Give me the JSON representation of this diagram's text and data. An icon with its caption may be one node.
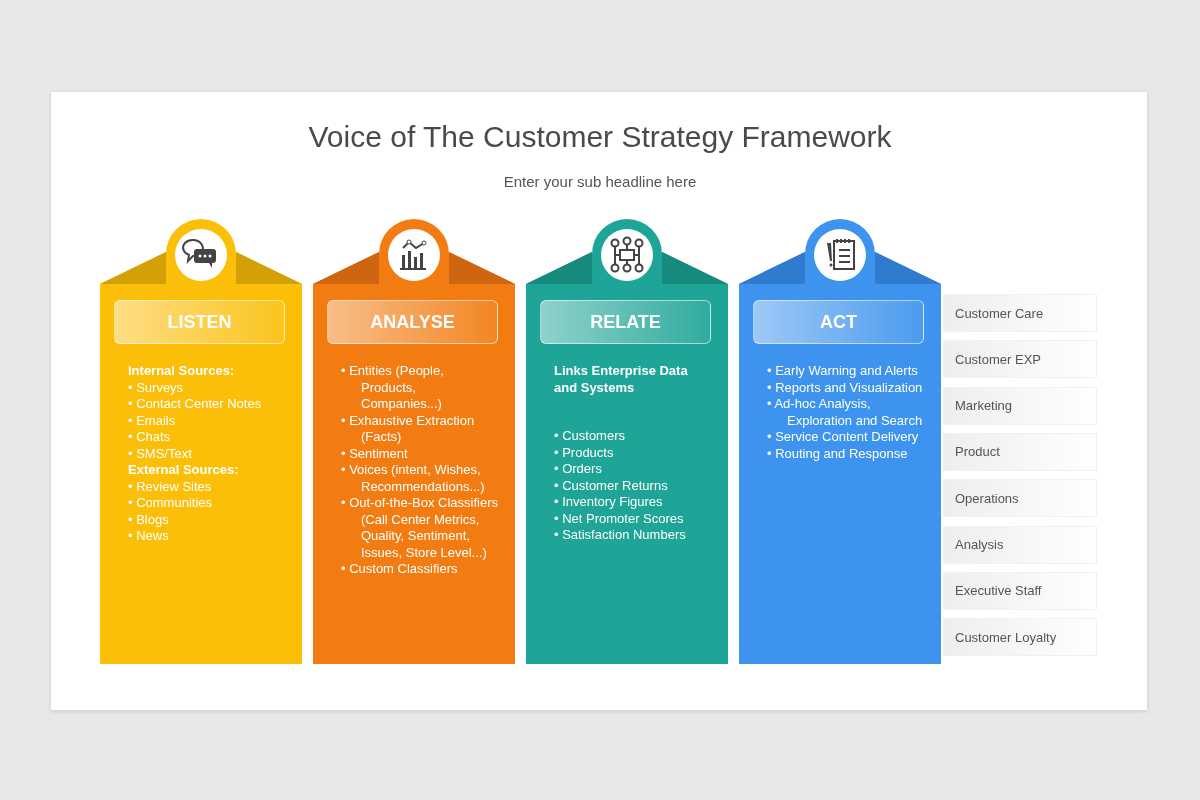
{
  "diagram": {
    "title": "Voice of The Customer Strategy Framework",
    "nodes": [
      {
        "text": [
          "Internal Sources:",
          "• Surveys",
          "• Contact Center Notes",
          "• Emails",
          "• Chats",
          "• SMS/Text",
          "External Sources:",
          "• Review Sites",
          "• Communities",
          "• Blogs",
          "• News"
        ]
      },
      {
        "text": [
          "LISTEN"
        ],
        "in": 0
      },
      {
        "text": [
          "• Entities (People, Products, Companies...)",
          "• Exhaustive Extraction (Facts)",
          "• Sentiment",
          "• Voices (intent, Wishes, Recommendations...)",
          "• Out-of-the-Box Classifiers (Call Center Metrics, Quality, Sentiment, Issues, Store Level...)",
          "• Custom Classifiers"
        ]
      },
      {
        "text": [
          "ANALYSE"
        ],
        "in": 2
      },
      {
        "text": [
          "Links Enterprise Data and Systems",
          "• Customers",
          "• Products",
          "• Orders",
          "• Customer Returns",
          "• Inventory Figures",
          "• Net Promoter Scores",
          "• Satisfaction Numbers"
        ]
      },
      {
        "text": [
          "RELATE"
        ],
        "in": 4
      },
      {
        "text": [
          "• Early Warning and Alerts",
          "• Reports and Visualization",
          "• Ad-hoc Analysis, Exploration and Search",
          "• Service Content Delivery",
          "• Routing and Response"
        ]
      },
      {
        "text": [
          "ACT"
        ],
        "in": 6
      },
      {
        "text": [
          "Customer Care"
        ]
      },
      {
        "text": [
          "Customer EXP"
        ]
      },
      {
        "text": [
          "Marketing"
        ]
      },
      {
        "text": [
          "Product"
        ]
      },
      {
        "text": [
          "Operations"
        ]
      },
      {
        "text": [
          "Analysis"
        ]
      },
      {
        "text": [
          "Executive Staff"
        ]
      },
      {
        "text": [
          "Customer Loyalty"
        ]
      }
    ],
    "edges": [],
    "labels": [
      "Enter your sub headline here"
    ]
  }
}
